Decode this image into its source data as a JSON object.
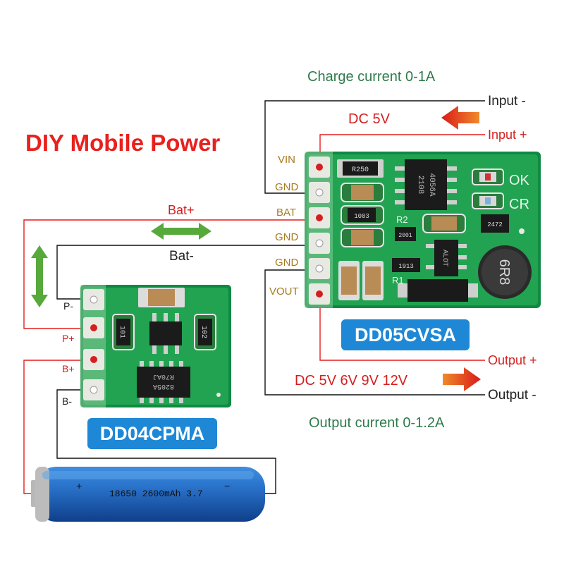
{
  "title": "DIY Mobile Power",
  "charge_current": "Charge current 0-1A",
  "output_current": "Output current 0-1.2A",
  "input_minus": "Input -",
  "input_plus": "Input +",
  "dc_in": "DC 5V",
  "output_plus": "Output +",
  "output_minus": "Output -",
  "dc_out": "DC 5V 6V 9V 12V",
  "bat_plus": "Bat+",
  "bat_minus": "Bat-",
  "dd05_pins": [
    "VIN",
    "GND",
    "BAT",
    "GND",
    "GND",
    "VOUT"
  ],
  "dd04_pins": [
    "P-",
    "P+",
    "B+",
    "B-"
  ],
  "dd05_name": "DD05CVSA",
  "dd04_name": "DD04CPMA",
  "battery_text": "18650 2600mAh 3.7",
  "battery_plus": "+",
  "battery_minus": "−",
  "chip_marks": {
    "r250": "R250",
    "ic4056": "4056A",
    "ic2108": "2108",
    "ok": "OK",
    "cr": "CR",
    "r2": "R2",
    "r1": "R1",
    "r1003": "1003",
    "r2001": "2001",
    "r1913": "1913",
    "r2472": "2472",
    "alot": "ALOT",
    "inductor": "6R8",
    "r101": "101",
    "r102": "102",
    "ic8205": "8205A",
    "ic_bot": "R70AJ"
  },
  "colors": {
    "wire_red": "#e41f1f",
    "wire_black": "#111111",
    "pcb_green": "#1f9e52",
    "badge_blue": "#1e88d6",
    "arrow_red": "#e02020",
    "arrow_green": "#56a93a",
    "battery_blue": "#1a5fb8"
  }
}
